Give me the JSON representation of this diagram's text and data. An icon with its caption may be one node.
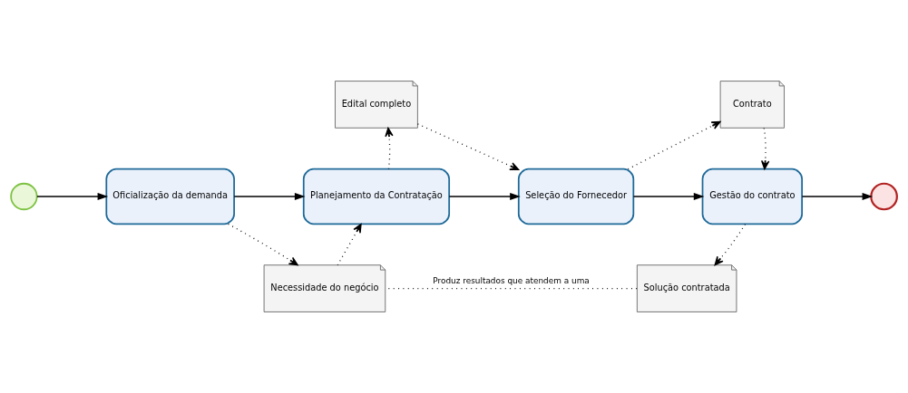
{
  "diagram": {
    "nodes": [
      {
        "text": [],
        "shape": "circle"
      },
      {
        "text": [
          "Oficialização da demanda"
        ]
      },
      {
        "text": [
          "Planejamento da Contratação"
        ]
      },
      {
        "text": [
          "Seleção do Fornecedor"
        ]
      },
      {
        "text": [
          "Gestão do contrato"
        ]
      },
      {
        "text": [],
        "shape": "circle"
      },
      {
        "text": [
          "Edital completo"
        ]
      },
      {
        "text": [
          "Contrato"
        ]
      },
      {
        "text": [
          "Necessidade do negócio"
        ]
      },
      {
        "text": [
          "Solução contratada"
        ]
      }
    ],
    "edges": [
      {
        "from": 0,
        "to": 1,
        "arrow": "to"
      },
      {
        "from": 1,
        "to": 2,
        "arrow": "to"
      },
      {
        "from": 2,
        "to": 3,
        "arrow": "to"
      },
      {
        "from": 3,
        "to": 4,
        "arrow": "to"
      },
      {
        "from": 4,
        "to": 5,
        "arrow": "to"
      },
      {
        "from": 2,
        "to": 6,
        "arrow": "to",
        "style": "dashed"
      },
      {
        "from": 6,
        "to": 3,
        "arrow": "to",
        "style": "dashed"
      },
      {
        "from": 3,
        "to": 7,
        "arrow": "to",
        "style": "dashed"
      },
      {
        "from": 7,
        "to": 4,
        "arrow": "to",
        "style": "dashed"
      },
      {
        "from": 1,
        "to": 8,
        "arrow": "to",
        "style": "dashed"
      },
      {
        "from": 8,
        "to": 2,
        "arrow": "to",
        "style": "dashed"
      },
      {
        "from": 4,
        "to": 9,
        "arrow": "to",
        "style": "dashed"
      },
      {
        "from": 9,
        "to": 8,
        "arrow": "none",
        "style": "dashed",
        "label": "Produz resultados que atendem a uma"
      }
    ]
  }
}
